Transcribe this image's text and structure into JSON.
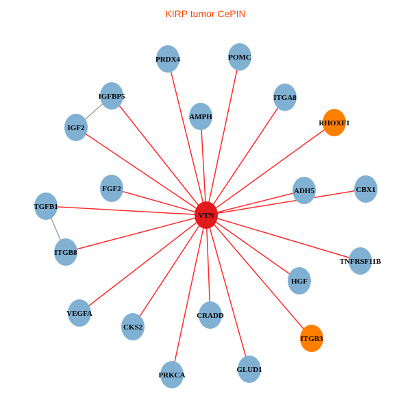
{
  "title": "KIRP tumor CePIN",
  "colors": {
    "hub": "#e31a1c",
    "default_node": "#80b1d3",
    "highlight_node": "#ff7f00",
    "hub_edge": "#ff2a2a",
    "other_edge": "#a0a0a0",
    "title": "#ff4500"
  },
  "nodes": [
    {
      "id": "VTN",
      "type": "hub"
    },
    {
      "id": "PRDX4",
      "type": "default"
    },
    {
      "id": "POMC",
      "type": "default"
    },
    {
      "id": "IGFBP5",
      "type": "default"
    },
    {
      "id": "ITGA8",
      "type": "default"
    },
    {
      "id": "AMPH",
      "type": "default"
    },
    {
      "id": "RHOXF1",
      "type": "highlight"
    },
    {
      "id": "IGF2",
      "type": "default"
    },
    {
      "id": "FGF2",
      "type": "default"
    },
    {
      "id": "ADH5",
      "type": "default"
    },
    {
      "id": "CBX1",
      "type": "default"
    },
    {
      "id": "TGFB1",
      "type": "default"
    },
    {
      "id": "ITGB8",
      "type": "default"
    },
    {
      "id": "TNFRSF11B",
      "type": "default"
    },
    {
      "id": "HGF",
      "type": "default"
    },
    {
      "id": "VEGFA",
      "type": "default"
    },
    {
      "id": "CKS2",
      "type": "default"
    },
    {
      "id": "CRADD",
      "type": "default"
    },
    {
      "id": "ITGB3",
      "type": "highlight"
    },
    {
      "id": "GLUD1",
      "type": "default"
    },
    {
      "id": "PRKCA",
      "type": "default"
    }
  ],
  "edges": [
    [
      "VTN",
      "PRDX4",
      "hub"
    ],
    [
      "VTN",
      "POMC",
      "hub"
    ],
    [
      "VTN",
      "IGFBP5",
      "hub"
    ],
    [
      "VTN",
      "ITGA8",
      "hub"
    ],
    [
      "VTN",
      "AMPH",
      "hub"
    ],
    [
      "VTN",
      "RHOXF1",
      "hub"
    ],
    [
      "VTN",
      "IGF2",
      "hub"
    ],
    [
      "VTN",
      "FGF2",
      "hub"
    ],
    [
      "VTN",
      "ADH5",
      "hub"
    ],
    [
      "VTN",
      "CBX1",
      "hub"
    ],
    [
      "VTN",
      "TGFB1",
      "hub"
    ],
    [
      "VTN",
      "ITGB8",
      "hub"
    ],
    [
      "VTN",
      "TNFRSF11B",
      "hub"
    ],
    [
      "VTN",
      "HGF",
      "hub"
    ],
    [
      "VTN",
      "VEGFA",
      "hub"
    ],
    [
      "VTN",
      "CKS2",
      "hub"
    ],
    [
      "VTN",
      "CRADD",
      "hub"
    ],
    [
      "VTN",
      "ITGB3",
      "hub"
    ],
    [
      "VTN",
      "GLUD1",
      "hub"
    ],
    [
      "VTN",
      "PRKCA",
      "hub"
    ],
    [
      "IGFBP5",
      "IGF2",
      "other"
    ],
    [
      "TGFB1",
      "ITGB8",
      "other"
    ]
  ]
}
